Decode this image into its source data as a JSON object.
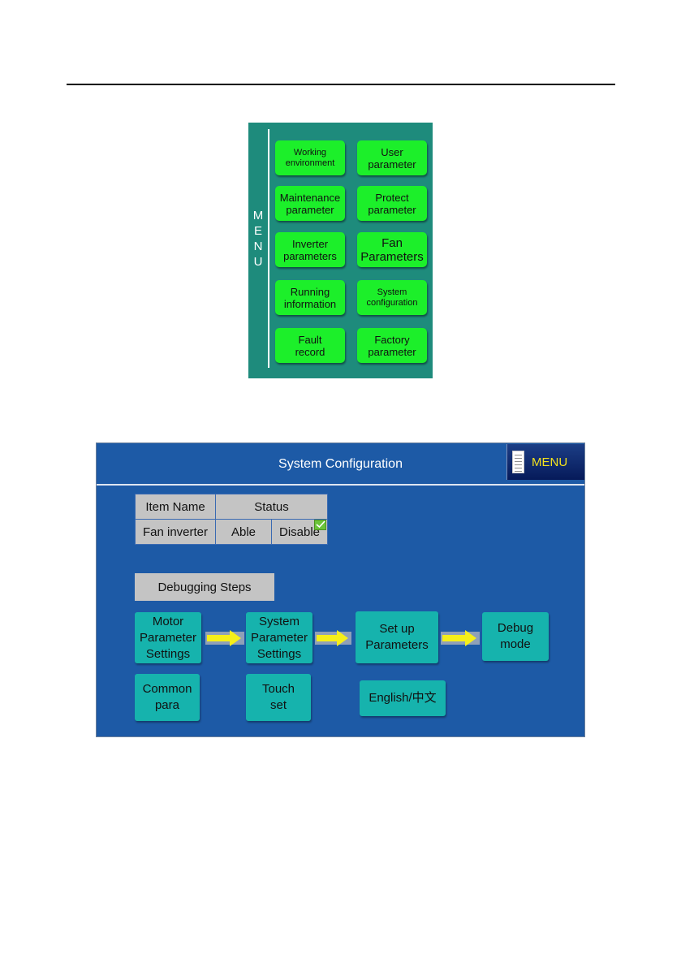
{
  "menu_panel": {
    "vertical_label": [
      "M",
      "E",
      "N",
      "U"
    ],
    "buttons": [
      {
        "label": "Working\nenvironment"
      },
      {
        "label": "User\nparameter"
      },
      {
        "label": "Maintenance\nparameter"
      },
      {
        "label": "Protect\nparameter"
      },
      {
        "label": "Inverter\nparameters"
      },
      {
        "label": "Fan\nParameters"
      },
      {
        "label": "Running\ninformation"
      },
      {
        "label": "System\nconfiguration"
      },
      {
        "label": "Fault\nrecord"
      },
      {
        "label": "Factory\nparameter"
      }
    ]
  },
  "system_config": {
    "title": "System Configuration",
    "menu_button_label": "MENU",
    "table": {
      "headers": [
        "Item Name",
        "Status"
      ],
      "row": {
        "item": "Fan inverter",
        "option_able": "Able",
        "option_disable": "Disable",
        "selected": "Disable"
      }
    },
    "debugging_steps_label": "Debugging Steps",
    "steps": [
      {
        "label": "Motor\nParameter\nSettings"
      },
      {
        "label": "System\nParameter\nSettings"
      },
      {
        "label": "Set up\nParameters"
      },
      {
        "label": "Debug\nmode"
      }
    ],
    "bottom_buttons": [
      {
        "label": "Common\npara"
      },
      {
        "label": "Touch\nset"
      },
      {
        "label": "English/中文"
      }
    ]
  },
  "colors": {
    "menu_panel_bg": "#1e8b7c",
    "menu_button_bg": "#1cef2a",
    "screen_bg": "#1d5aa6",
    "step_button_bg": "#16b3ad",
    "arrow": "#f5ef1a",
    "menu_label": "#f4e21c"
  }
}
